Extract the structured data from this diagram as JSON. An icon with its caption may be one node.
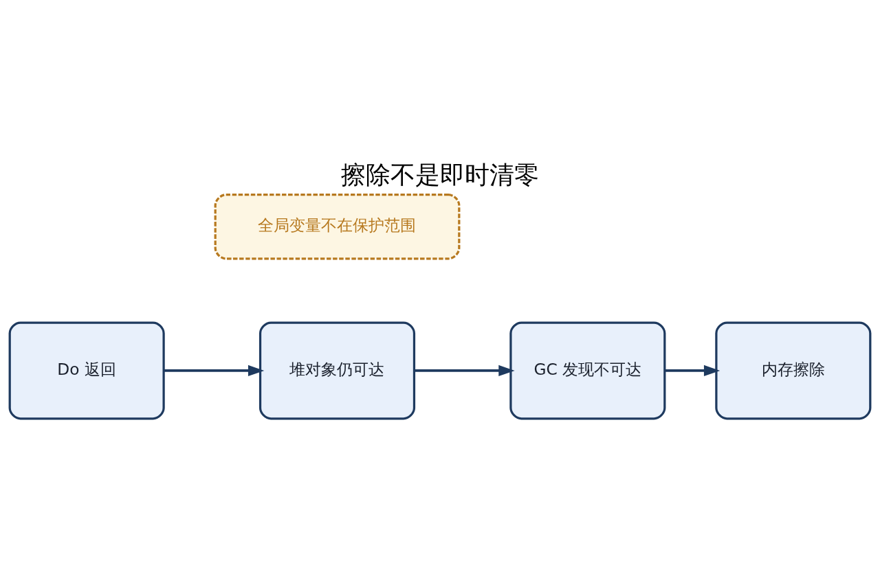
{
  "diagram": {
    "title": "擦除不是即时清零",
    "nodes": [
      {
        "text": [
          "Do 返回"
        ]
      },
      {
        "text": [
          "堆对象仍可达"
        ]
      },
      {
        "text": [
          "GC 发现不可达"
        ]
      },
      {
        "text": [
          "内存擦除"
        ]
      },
      {
        "text": [
          "全局变量不在保护范围"
        ]
      }
    ],
    "edges": [
      {
        "from": 0,
        "to": 1,
        "arrow": "to"
      },
      {
        "from": 1,
        "to": 2,
        "arrow": "to"
      },
      {
        "from": 2,
        "to": 3,
        "arrow": "to"
      }
    ]
  }
}
